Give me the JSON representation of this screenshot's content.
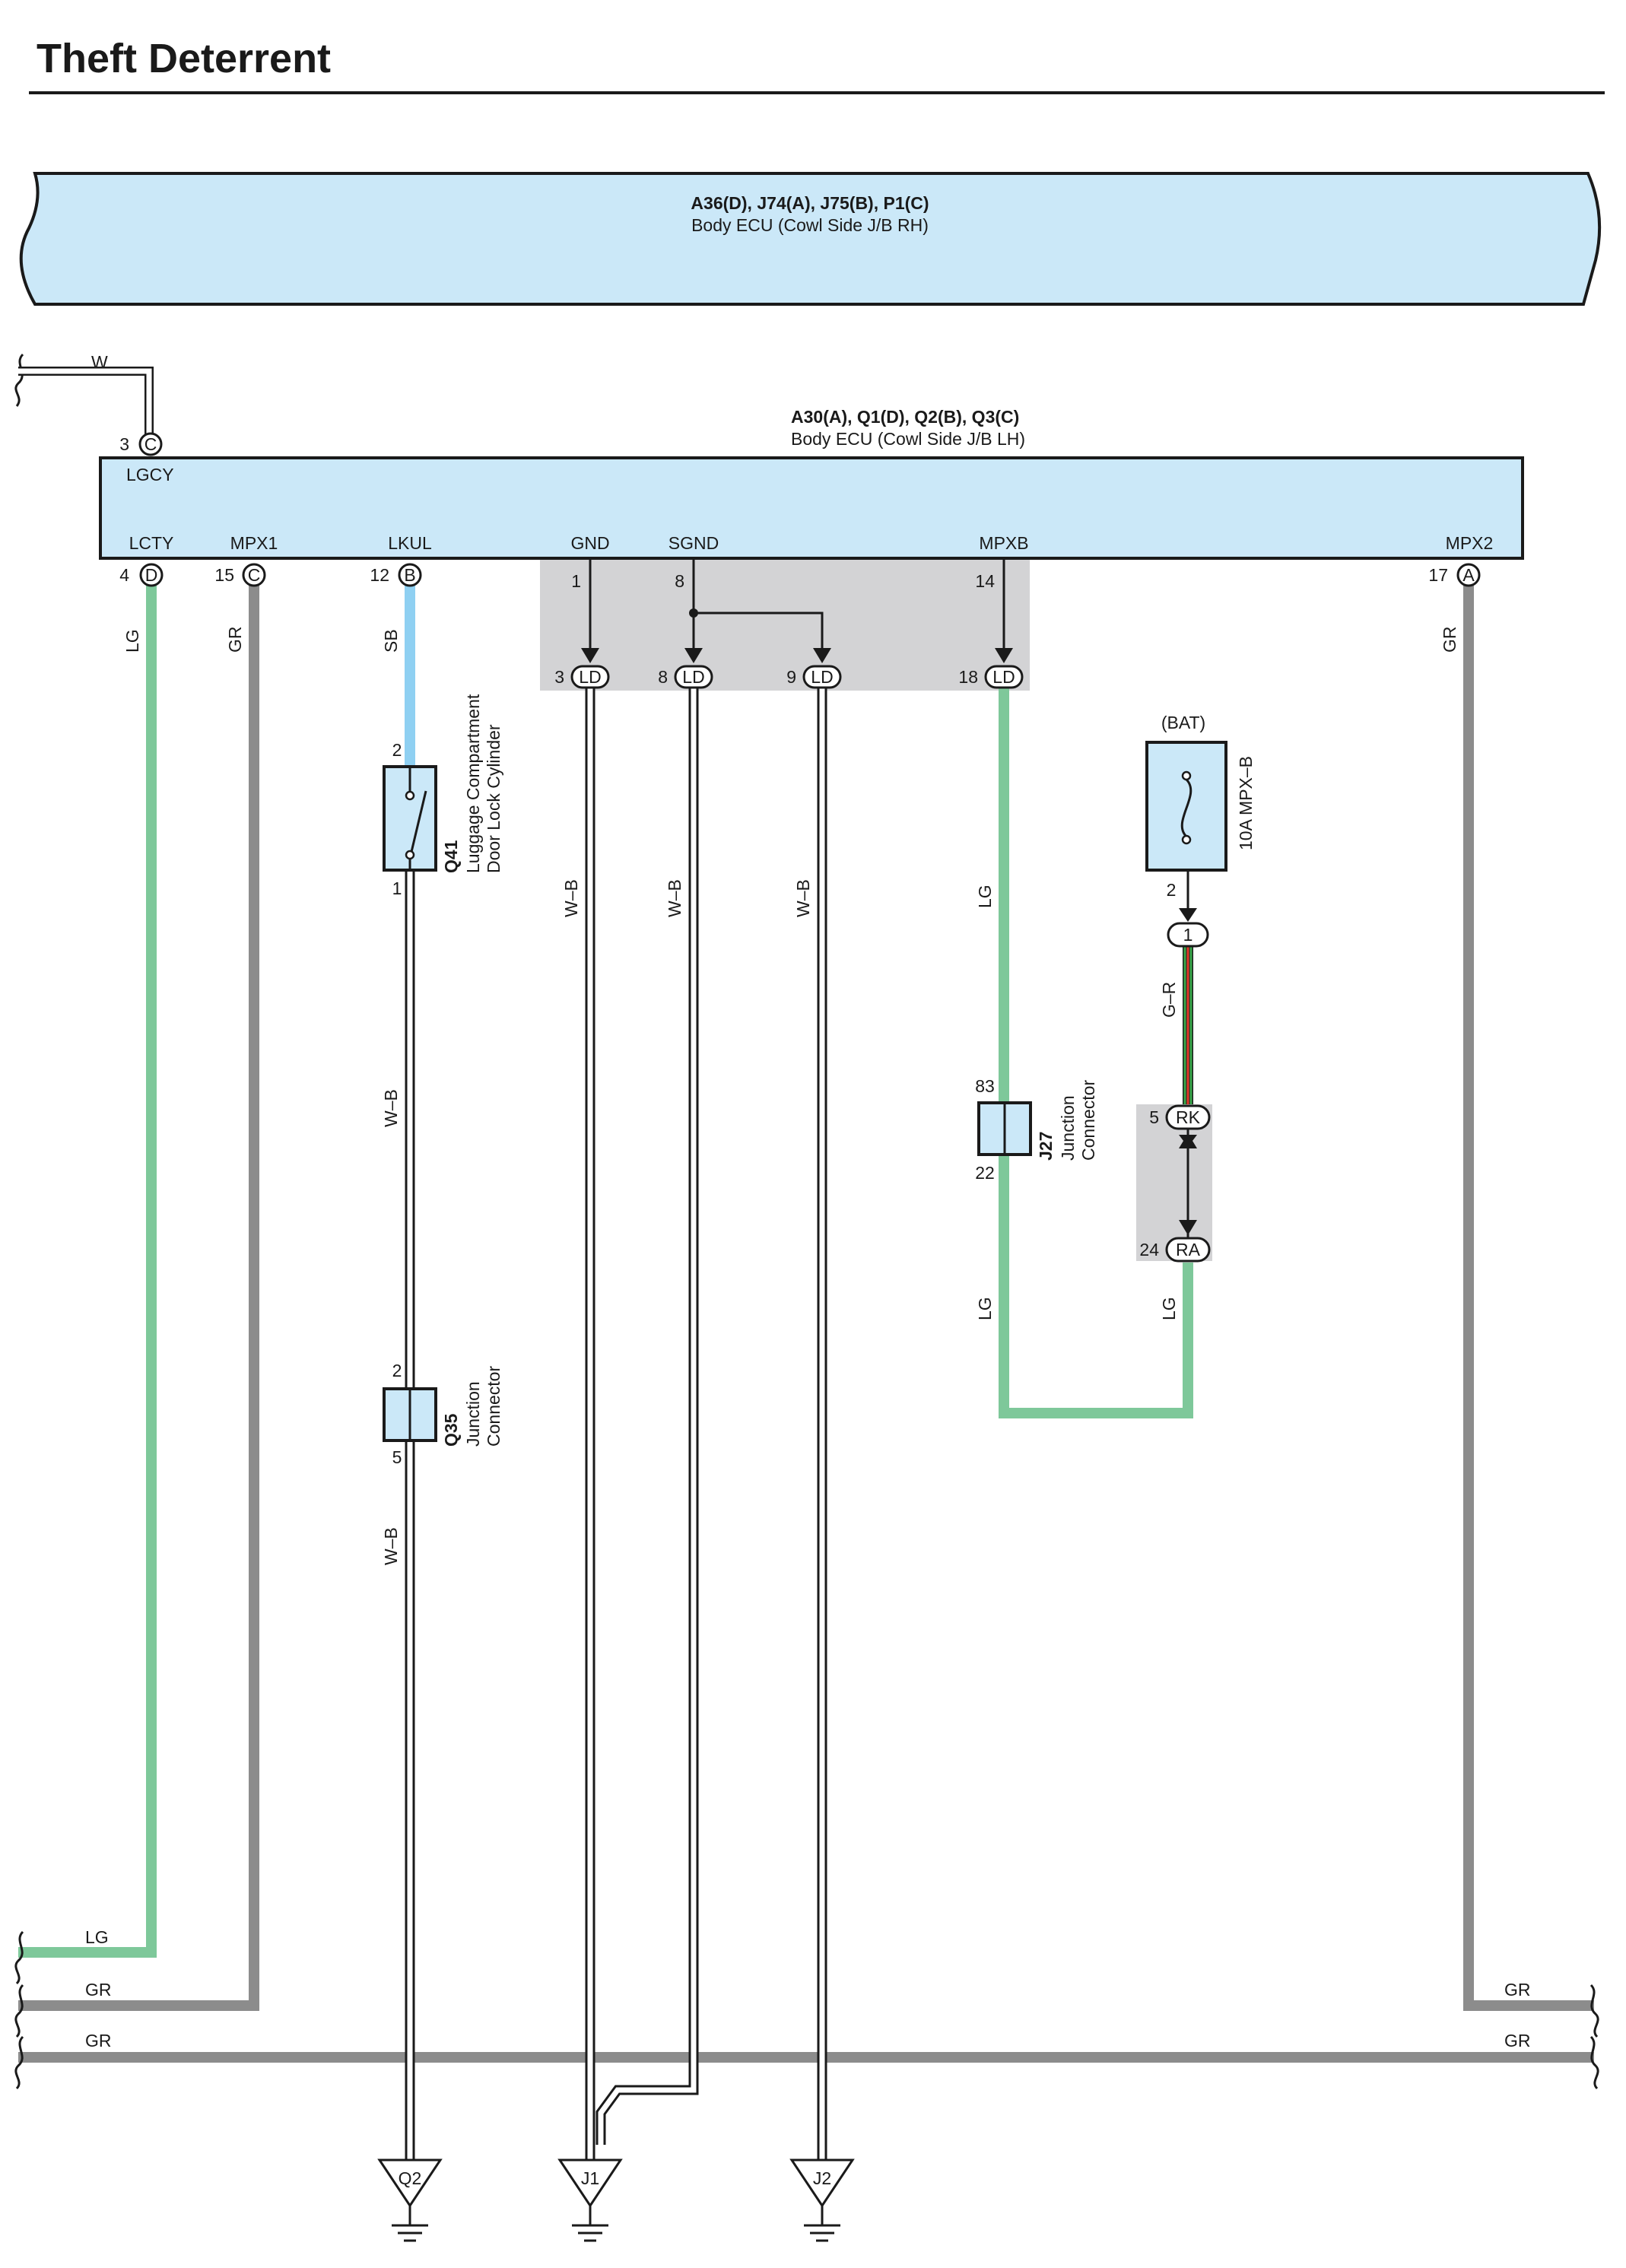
{
  "title": "Theft Deterrent",
  "colors": {
    "ecu_fill": "#cbe8f8",
    "gnd_box": "#d3d3d5",
    "wire_LG": "#7ec89a",
    "wire_GR": "#8c8c8c",
    "wire_SB": "#8fd0f2",
    "wire_W": "#ffffff",
    "wire_WB": "#ffffff",
    "wire_GR_red": "#e23a2a",
    "wire_GR_green": "#3aa84a"
  },
  "ecu_rh": {
    "codes": "A36(D), J74(A), J75(B), P1(C)",
    "name": "Body ECU (Cowl Side J/B RH)"
  },
  "ecu_lh": {
    "codes": "A30(A), Q1(D), Q2(B), Q3(C)",
    "name": "Body ECU (Cowl Side J/B LH)",
    "lgcy": {
      "label": "LGCY",
      "pin": "3",
      "conn": "C"
    },
    "terminals": [
      {
        "label": "LCTY",
        "pin": "4",
        "conn": "D"
      },
      {
        "label": "MPX1",
        "pin": "15",
        "conn": "C"
      },
      {
        "label": "LKUL",
        "pin": "12",
        "conn": "B"
      },
      {
        "label": "GND",
        "pin": "1",
        "conn": ""
      },
      {
        "label": "SGND",
        "pin": "8",
        "conn": ""
      },
      {
        "label": "MPXB",
        "pin": "14",
        "conn": ""
      },
      {
        "label": "MPX2",
        "pin": "17",
        "conn": "A"
      }
    ]
  },
  "ld_connectors": [
    {
      "pin": "3",
      "conn": "LD"
    },
    {
      "pin": "8",
      "conn": "LD"
    },
    {
      "pin": "9",
      "conn": "LD"
    },
    {
      "pin": "18",
      "conn": "LD"
    }
  ],
  "wires": {
    "w_top": "W",
    "lg_lcty": "LG",
    "gr_mpx1": "GR",
    "sb_lkul": "SB",
    "wb_1": "W–B",
    "wb_2": "W–B",
    "wb_3": "W–B",
    "wb_4": "W–B",
    "wb_5": "W–B",
    "lg_mpxb": "LG",
    "lg_j27": "LG",
    "lg_ra": "LG",
    "gr_r": "G–R",
    "gr_mpx2": "GR",
    "bottom_lg": "LG",
    "bottom_gr1": "GR",
    "bottom_gr2": "GR",
    "right_gr1": "GR",
    "right_gr2": "GR"
  },
  "q41": {
    "code": "Q41",
    "name_1": "Luggage Compartment",
    "name_2": "Door Lock Cylinder",
    "pin_top": "2",
    "pin_bottom": "1"
  },
  "q35": {
    "code": "Q35",
    "name_1": "Junction",
    "name_2": "Connector",
    "pin_top": "2",
    "pin_bottom": "5"
  },
  "j27": {
    "code": "J27",
    "name_1": "Junction",
    "name_2": "Connector",
    "pin_top": "83",
    "pin_bottom": "22"
  },
  "fuse": {
    "supply": "(BAT)",
    "name": "10A MPX–B",
    "pin_out": "2",
    "conn_in": "1"
  },
  "rk": {
    "pin": "5",
    "conn": "RK"
  },
  "ra": {
    "pin": "24",
    "conn": "RA"
  },
  "grounds": [
    "Q2",
    "J1",
    "J2"
  ]
}
